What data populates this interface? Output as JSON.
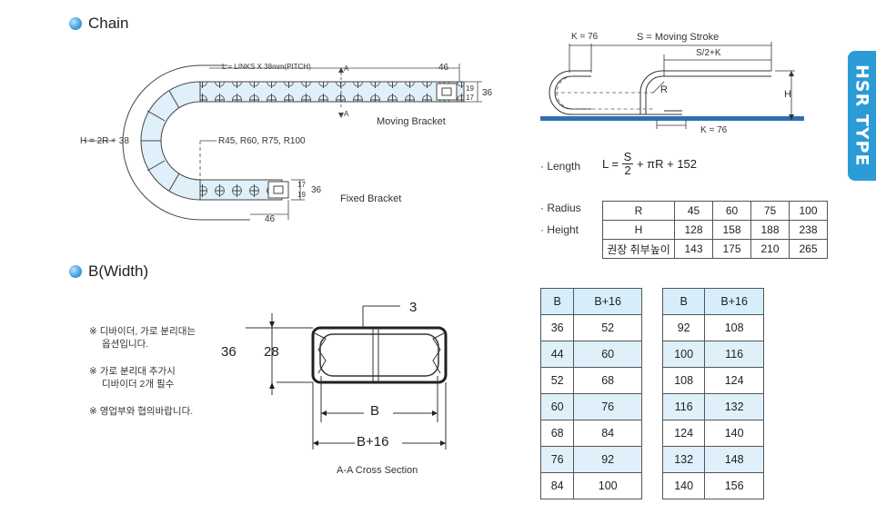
{
  "sections": {
    "chain_title": "Chain",
    "width_title": "B(Width)"
  },
  "side_tab": {
    "label": "HSR TYPE"
  },
  "chain_diagram": {
    "length_label": "L = LINKS X 38mm(PITCH)",
    "height_label": "H = 2R + 38",
    "radius_label": "R45, R60, R75, R100",
    "top_dim_46": "46",
    "bottom_dim_46": "46",
    "top_19": "19",
    "top_17": "17",
    "top_36": "36",
    "bot_17": "17",
    "bot_19": "19",
    "bot_36": "36",
    "moving_bracket": "Moving Bracket",
    "fixed_bracket": "Fixed Bracket",
    "section_mark_top": "A",
    "section_mark_bottom": "A"
  },
  "stroke_diagram": {
    "k_top": "K = 76",
    "moving_stroke": "S = Moving Stroke",
    "s2k": "S/2+K",
    "r": "R",
    "h": "H",
    "k_bottom": "K = 76"
  },
  "formula": {
    "length_label": "· Length",
    "lhs": "L =",
    "num": "S",
    "den": "2",
    "rest": "+ πR + 152"
  },
  "spec_labels": {
    "radius": "· Radius",
    "height": "· Height"
  },
  "spec_table": {
    "rows": [
      {
        "label": "R",
        "values": [
          "45",
          "60",
          "75",
          "100"
        ]
      },
      {
        "label": "H",
        "values": [
          "128",
          "158",
          "188",
          "238"
        ]
      },
      {
        "label": "권장 취부높이",
        "values": [
          "143",
          "175",
          "210",
          "265"
        ]
      }
    ]
  },
  "notes": [
    {
      "line1": "※ 디바이더, 가로 분리대는",
      "line2": "옵션입니다."
    },
    {
      "line1": "※ 가로 분리대 추가시",
      "line2": "디바이더 2개 필수"
    },
    {
      "line1": "※ 영업부와 협의바랍니다.",
      "line2": ""
    }
  ],
  "cross_section": {
    "dim_3": "3",
    "dim_36": "36",
    "dim_28": "28",
    "dim_b": "B",
    "dim_b16": "B+16",
    "caption": "A-A Cross Section"
  },
  "b_table_left": {
    "headers": [
      "B",
      "B+16"
    ],
    "rows": [
      [
        "36",
        "52"
      ],
      [
        "44",
        "60"
      ],
      [
        "52",
        "68"
      ],
      [
        "60",
        "76"
      ],
      [
        "68",
        "84"
      ],
      [
        "76",
        "92"
      ],
      [
        "84",
        "100"
      ]
    ]
  },
  "b_table_right": {
    "headers": [
      "B",
      "B+16"
    ],
    "rows": [
      [
        "92",
        "108"
      ],
      [
        "100",
        "116"
      ],
      [
        "108",
        "124"
      ],
      [
        "116",
        "132"
      ],
      [
        "124",
        "140"
      ],
      [
        "132",
        "148"
      ],
      [
        "140",
        "156"
      ]
    ]
  }
}
